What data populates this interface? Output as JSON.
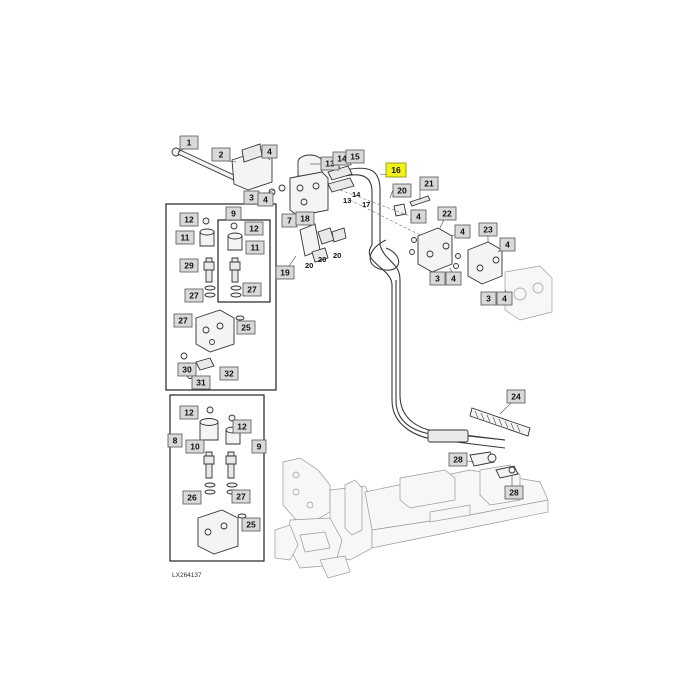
{
  "drawing_id": "LX264137",
  "colors": {
    "highlight": "#f2f21a",
    "callout_fill": "#d9d9d9"
  },
  "callouts": [
    {
      "id": "c1",
      "label": "1",
      "highlight": false
    },
    {
      "id": "c2",
      "label": "2",
      "highlight": false
    },
    {
      "id": "c4a",
      "label": "4",
      "highlight": false
    },
    {
      "id": "c13",
      "label": "13",
      "highlight": false
    },
    {
      "id": "c14a",
      "label": "14",
      "highlight": false
    },
    {
      "id": "c15",
      "label": "15",
      "highlight": false
    },
    {
      "id": "c16",
      "label": "16",
      "highlight": true
    },
    {
      "id": "c20a",
      "label": "20",
      "highlight": false
    },
    {
      "id": "c21",
      "label": "21",
      "highlight": false
    },
    {
      "id": "c3a",
      "label": "3",
      "highlight": false
    },
    {
      "id": "c4b",
      "label": "4",
      "highlight": false
    },
    {
      "id": "c7",
      "label": "7",
      "highlight": false
    },
    {
      "id": "c18",
      "label": "18",
      "highlight": false
    },
    {
      "id": "c4c",
      "label": "4",
      "highlight": false
    },
    {
      "id": "c22",
      "label": "22",
      "highlight": false
    },
    {
      "id": "c4d",
      "label": "4",
      "highlight": false
    },
    {
      "id": "c23",
      "label": "23",
      "highlight": false
    },
    {
      "id": "c4e",
      "label": "4",
      "highlight": false
    },
    {
      "id": "c19",
      "label": "19",
      "highlight": false
    },
    {
      "id": "c3b",
      "label": "3",
      "highlight": false
    },
    {
      "id": "c4f",
      "label": "4",
      "highlight": false
    },
    {
      "id": "c3c",
      "label": "3",
      "highlight": false
    },
    {
      "id": "c4g",
      "label": "4",
      "highlight": false
    },
    {
      "id": "c9a",
      "label": "9",
      "highlight": false
    },
    {
      "id": "c12a",
      "label": "12",
      "highlight": false
    },
    {
      "id": "c12b",
      "label": "12",
      "highlight": false
    },
    {
      "id": "c11a",
      "label": "11",
      "highlight": false
    },
    {
      "id": "c11b",
      "label": "11",
      "highlight": false
    },
    {
      "id": "c29",
      "label": "29",
      "highlight": false
    },
    {
      "id": "c27a",
      "label": "27",
      "highlight": false
    },
    {
      "id": "c27b",
      "label": "27",
      "highlight": false
    },
    {
      "id": "c27c",
      "label": "27",
      "highlight": false
    },
    {
      "id": "c25a",
      "label": "25",
      "highlight": false
    },
    {
      "id": "c30",
      "label": "30",
      "highlight": false
    },
    {
      "id": "c32",
      "label": "32",
      "highlight": false
    },
    {
      "id": "c31",
      "label": "31",
      "highlight": false
    },
    {
      "id": "c24",
      "label": "24",
      "highlight": false
    },
    {
      "id": "c28a",
      "label": "28",
      "highlight": false
    },
    {
      "id": "c28b",
      "label": "28",
      "highlight": false
    },
    {
      "id": "c12c",
      "label": "12",
      "highlight": false
    },
    {
      "id": "c12d",
      "label": "12",
      "highlight": false
    },
    {
      "id": "c8",
      "label": "8",
      "highlight": false
    },
    {
      "id": "c10",
      "label": "10",
      "highlight": false
    },
    {
      "id": "c9b",
      "label": "9",
      "highlight": false
    },
    {
      "id": "c26",
      "label": "26",
      "highlight": false
    },
    {
      "id": "c27d",
      "label": "27",
      "highlight": false
    },
    {
      "id": "c25b",
      "label": "25",
      "highlight": false
    }
  ],
  "loose_numbers": [
    {
      "id": "n14b",
      "label": "14"
    },
    {
      "id": "n13b",
      "label": "13"
    },
    {
      "id": "n17",
      "label": "17"
    },
    {
      "id": "n20b",
      "label": "20"
    },
    {
      "id": "n20c",
      "label": "20"
    },
    {
      "id": "n20d",
      "label": "20"
    }
  ]
}
